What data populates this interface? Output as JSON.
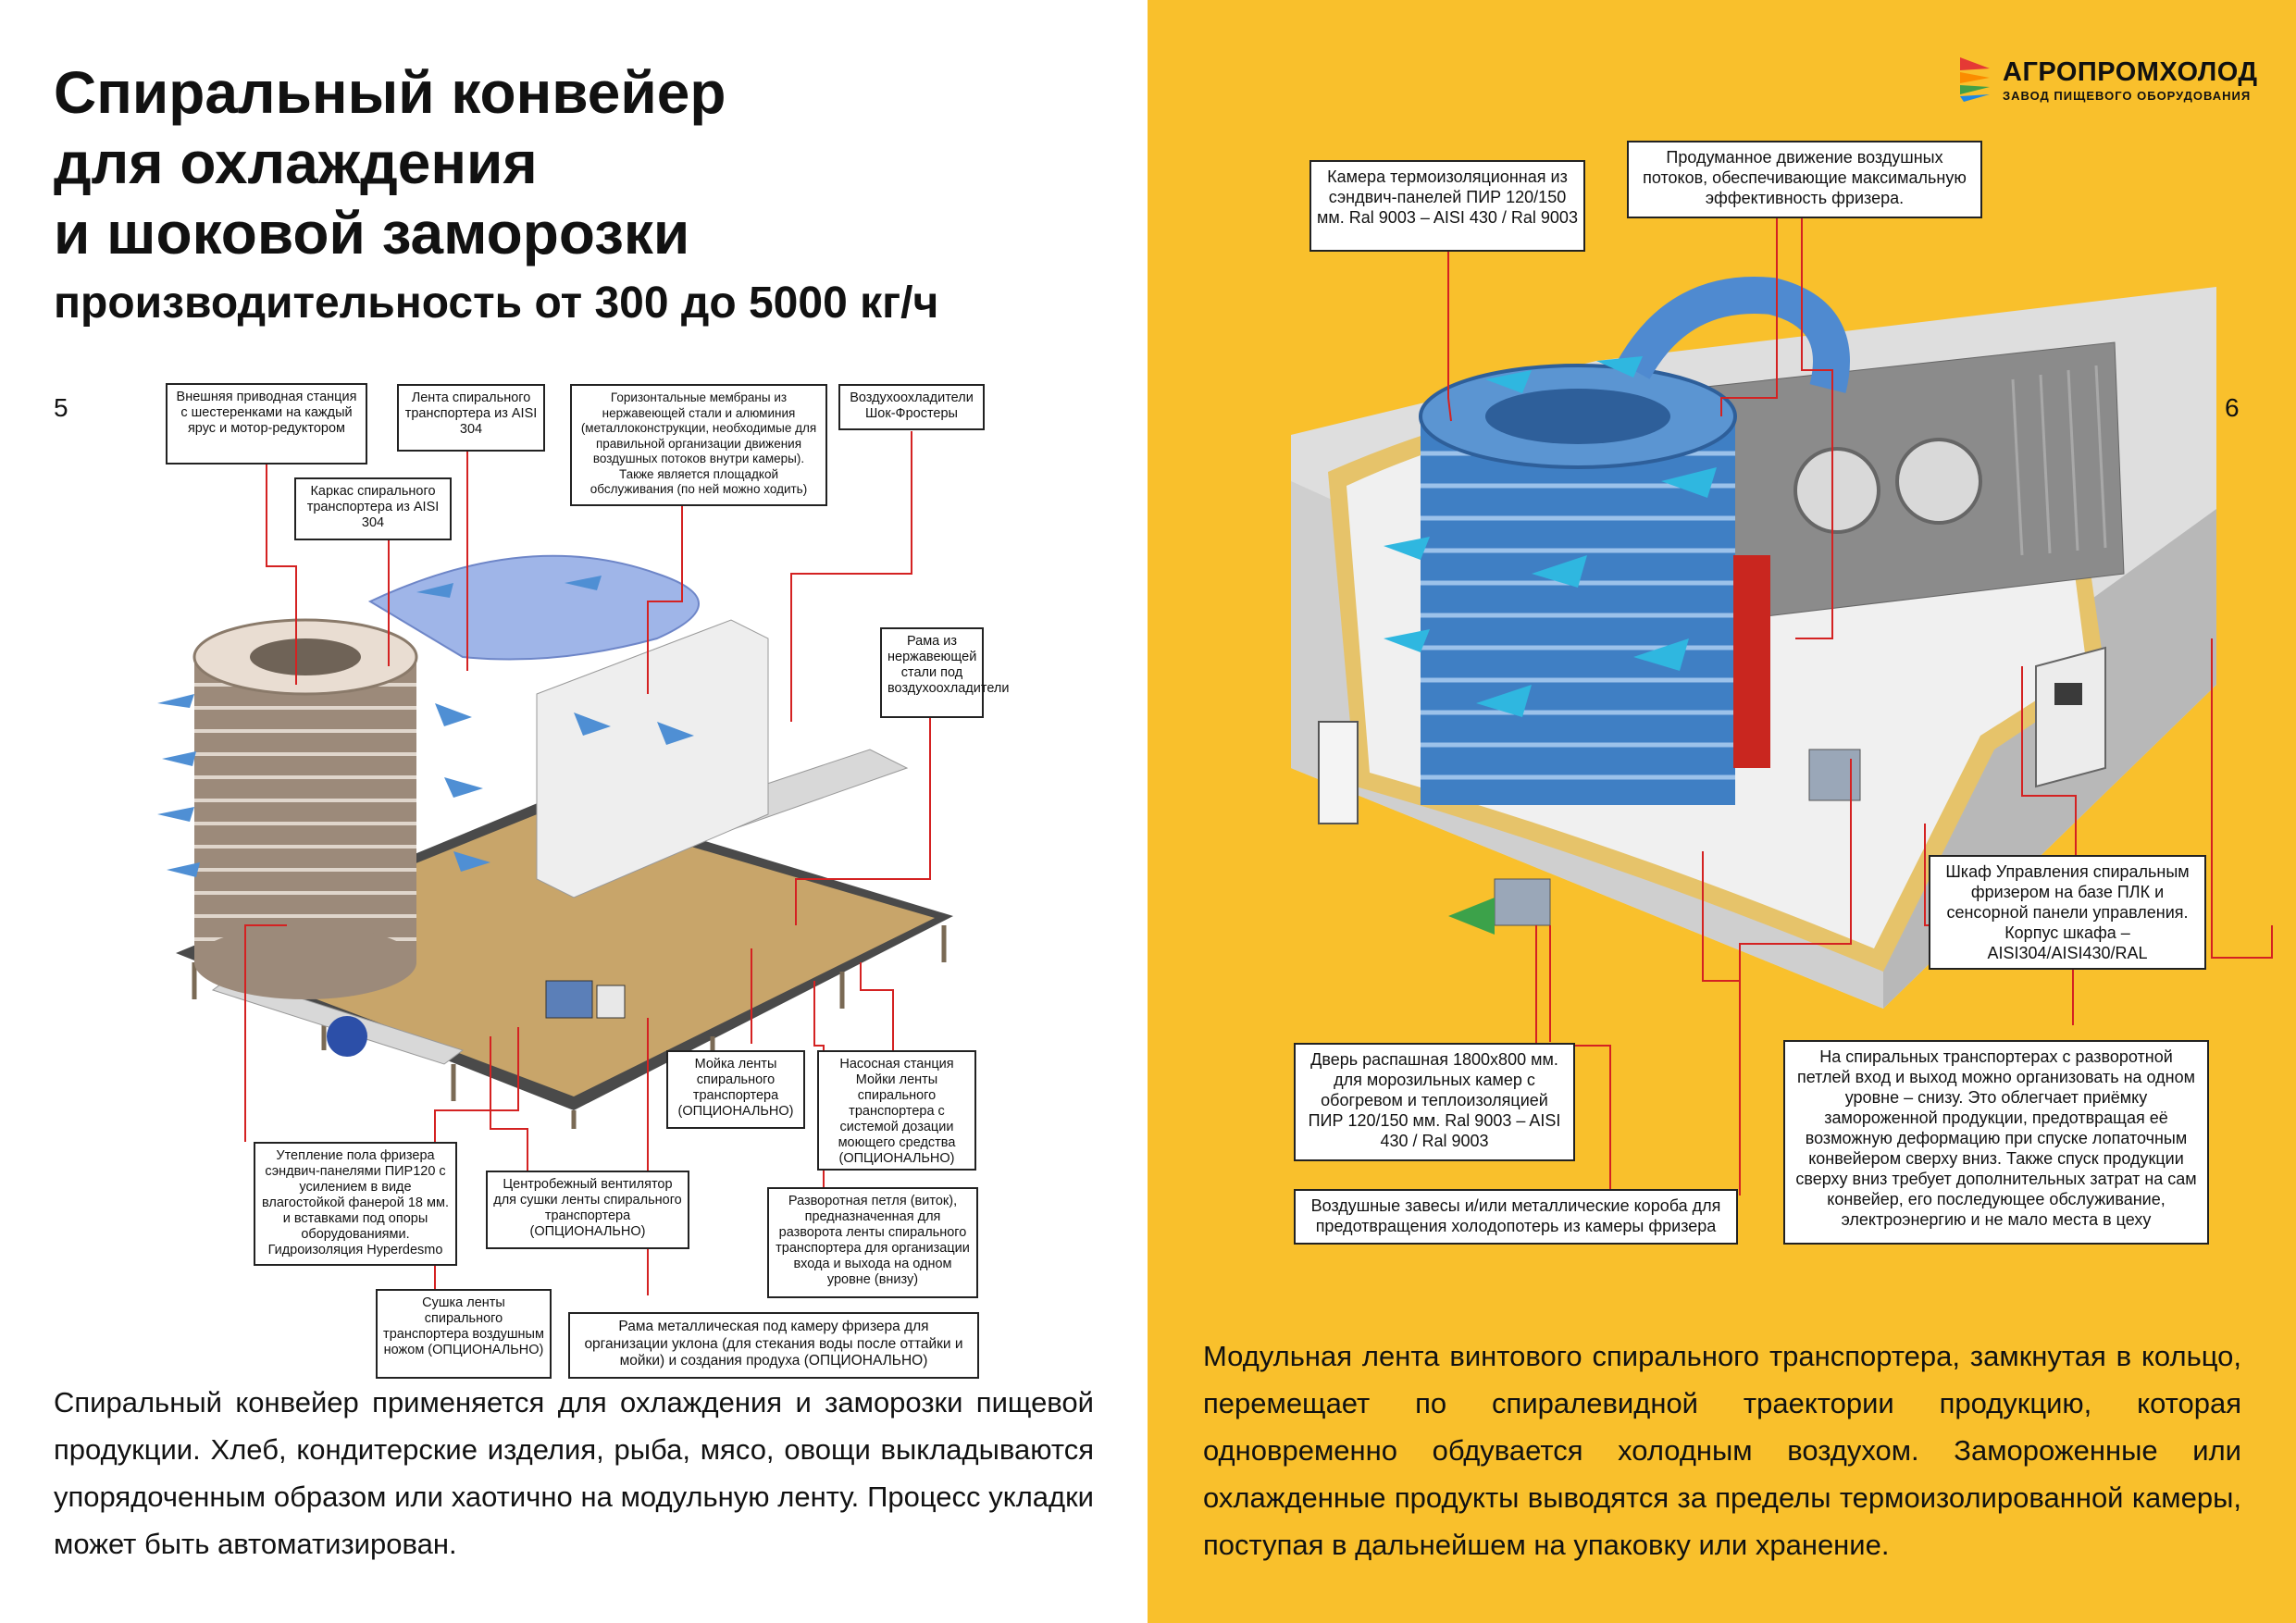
{
  "left_page": {
    "title_lines": [
      "Спиральный конвейер",
      "для охлаждения",
      "и шоковой заморозки"
    ],
    "subtitle": "производительность от 300 до 5000 кг/ч",
    "page_number": "5",
    "body": "Спиральный конвейер применяется для охлаждения и заморозки пищевой продукции. Хлеб, кондитерские изделия, рыба, мясо, овощи выкладываются упорядоченным образом или хаотично на модульную ленту. Процесс укладки может быть автоматизирован.",
    "callouts": [
      "Внешняя приводная станция с шестеренками на каждый ярус и мотор-редуктором",
      "Лента спирального транспортера из AISI 304",
      "Каркас спирального транспортера из AISI 304",
      "Горизонтальные мембраны из нержавеющей стали и алюминия (металлоконструкции, необходимые для правильной организации движения воздушных потоков внутри камеры). Также является площадкой обслуживания (по ней можно ходить)",
      "Воздухоохладители Шок-Фростеры",
      "Рама из нержавеющей стали под воздухоохладители",
      "Мойка ленты спирального транспортера (ОПЦИОНАЛЬНО)",
      "Насосная станция Мойки ленты спирального транспортера с системой дозации моющего средства (ОПЦИОНАЛЬНО)",
      "Утепление пола фризера сэндвич-панелями ПИР120 с усилением в виде влагостойкой фанерой 18 мм. и вставками под опоры оборудованиями. Гидроизоляция Hyperdesmo",
      "Центробежный вентилятор для сушки ленты спирального транспортера (ОПЦИОНАЛЬНО)",
      "Разворотная петля (виток), предназначенная для разворота ленты спирального транспортера для организации входа и выхода на одном уровне (внизу)",
      "Сушка ленты спирального транспортера воздушным ножом (ОПЦИОНАЛЬНО)",
      "Рама металлическая под камеру фризера для организации уклона (для стекания воды после оттайки и мойки) и создания продуха (ОПЦИОНАЛЬНО)"
    ]
  },
  "right_page": {
    "logo_name": "АГРОПРОМХОЛОД",
    "logo_tagline": "ЗАВОД ПИЩЕВОГО ОБОРУДОВАНИЯ",
    "page_number": "6",
    "body": "Модульная лента винтового спирального транспортера, замкнутая в кольцо, перемещает по спиралевидной траектории продукцию, которая одновременно обдувается холодным воздухом. Замороженные или охлажденные продукты выводятся за пределы термоизолированной камеры, поступая в дальнейшем на упаковку или хранение.",
    "callout_camera": "Камера термоизоляционная из сэндвич-панелей ПИР 120/150 мм. Ral 9003 – AISI 430 / Ral 9003",
    "callout_airflow": "Продуманное движение воздушных потоков, обеспечивающие максимальную эффективность фризера.",
    "callout_cabinet": "Шкаф Управления спиральным фризером на базе ПЛК и сенсорной панели управления. Корпус шкафа – AISI304/AISI430/RAL",
    "callout_door": "Дверь распашная 1800х800 мм. для морозильных камер с обогревом и теплоизоляцией ПИР 120/150 мм. Ral 9003 – AISI 430 / Ral 9003",
    "callout_curtains": "Воздушные завесы и/или металлические короба для предотвращения холодопотерь из камеры фризера",
    "callout_loop": "На спиральных транспортерах с разворотной петлей вход и выход можно организовать на одном уровне – снизу. Это облегчает приёмку замороженной продукции, предотвращая её возможную деформацию при спуске лопаточным конвейером сверху вниз. Также спуск продукции сверху вниз требует дополнительных затрат на сам конвейер, его последующее обслуживание, электроэнергию и не мало места в цеху"
  },
  "colors": {
    "yellow": "#f9c02c",
    "leader_red": "#d42222",
    "belt_blue": "#3f7fc4",
    "steel_grey": "#b9b9b9"
  }
}
